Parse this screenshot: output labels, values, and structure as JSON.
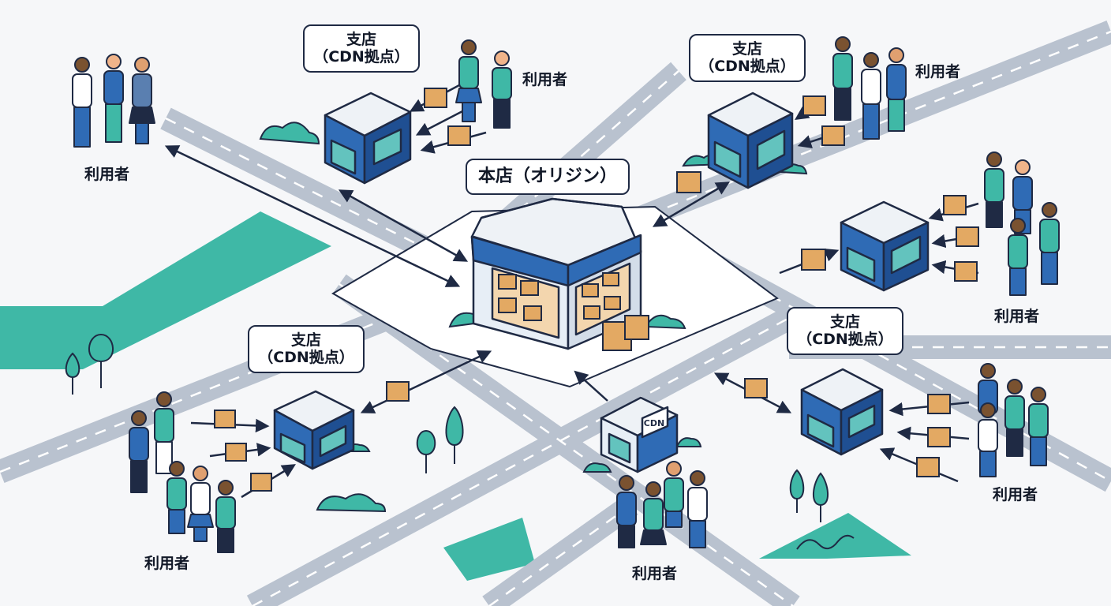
{
  "main_store": {
    "label": "本店（オリジン）"
  },
  "branches": [
    {
      "id": "nw",
      "line1": "支店",
      "line2": "（CDN拠点）"
    },
    {
      "id": "ne",
      "line1": "支店",
      "line2": "（CDN拠点）"
    },
    {
      "id": "sw",
      "line1": "支店",
      "line2": "（CDN拠点）"
    },
    {
      "id": "se",
      "line1": "支店",
      "line2": "（CDN拠点）"
    }
  ],
  "user_labels": [
    "利用者",
    "利用者",
    "利用者",
    "利用者",
    "利用者",
    "利用者",
    "利用者"
  ],
  "cdn_kiosk": {
    "sign": "CDN"
  },
  "colors": {
    "road": "#b9c2cf",
    "road_dash": "#ffffff",
    "grass": "#3fb8a6",
    "store_blue": "#2f6bb5",
    "outline": "#1f2a44",
    "box": "#e3a963",
    "window": "#63c3be"
  }
}
